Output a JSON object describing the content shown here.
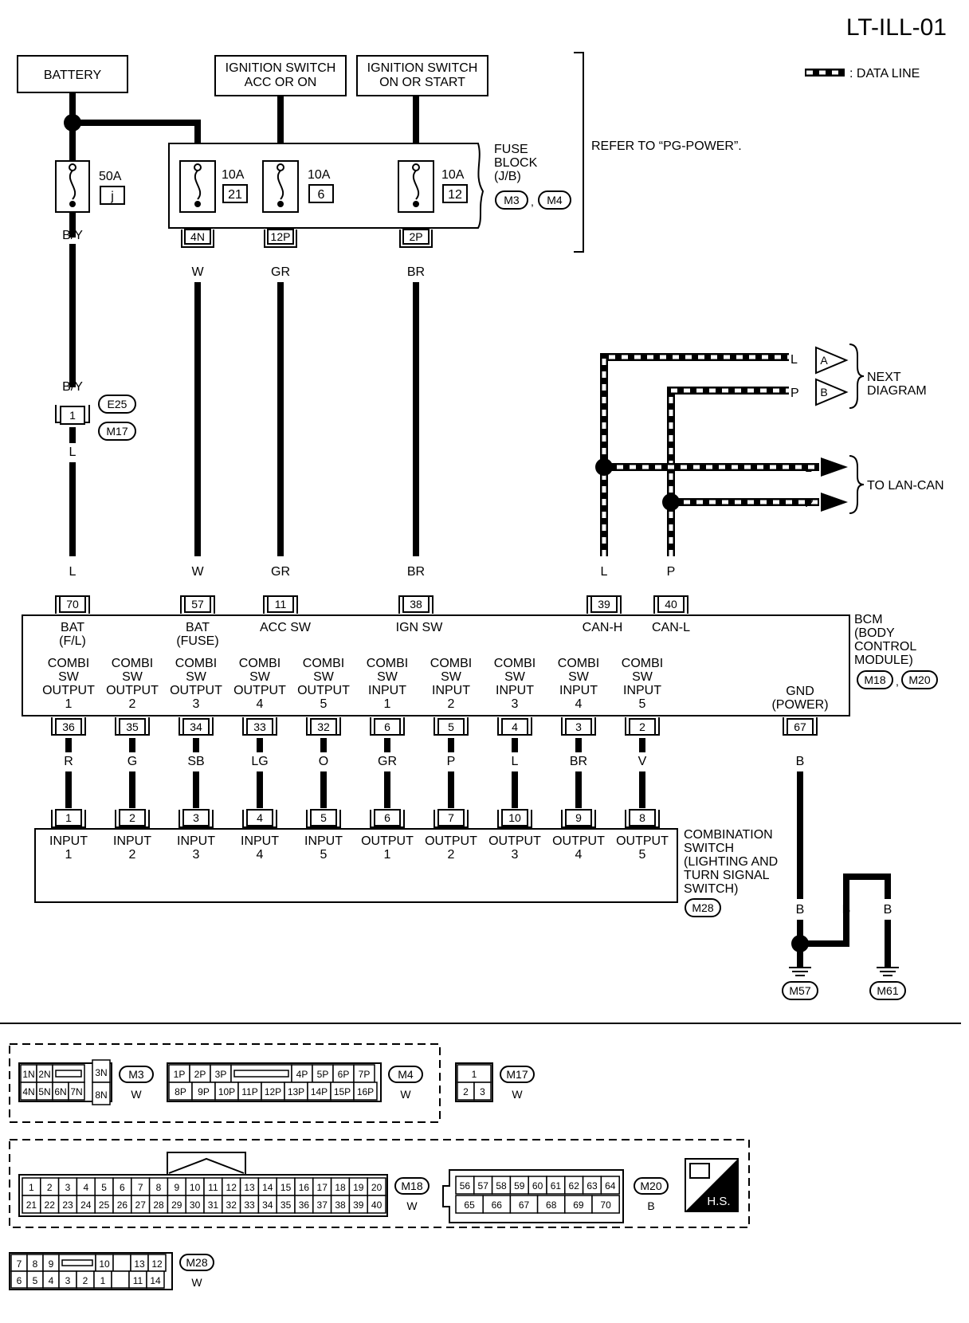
{
  "page_id": "LT-ILL-01",
  "legend": {
    "data_line": ": DATA LINE"
  },
  "sources": {
    "battery": "BATTERY",
    "ign_acc_on": [
      "IGNITION SWITCH",
      "ACC OR ON"
    ],
    "ign_on_start": [
      "IGNITION SWITCH",
      "ON OR START"
    ]
  },
  "refer_to": "REFER TO “PG-POWER”.",
  "fuse_block": {
    "label": [
      "FUSE",
      "BLOCK",
      "(J/B)"
    ],
    "connectors": [
      "M3",
      "M4"
    ],
    "separator": ",",
    "fuses": [
      {
        "amp": "10A",
        "num": "21",
        "term": "4N",
        "wire": "W"
      },
      {
        "amp": "10A",
        "num": "6",
        "term": "12P",
        "wire": "GR"
      },
      {
        "amp": "10A",
        "num": "12",
        "term": "2P",
        "wire": "BR"
      }
    ]
  },
  "fusible_link": {
    "amp": "50A",
    "num": "j",
    "wire_top": "B/Y",
    "wire_mid": "B/Y"
  },
  "inline_connector": {
    "pin": "1",
    "connectors": [
      "E25",
      "M17"
    ],
    "wire_after": "L"
  },
  "can": {
    "next_diagram": "NEXT DIAGRAM",
    "next_diagram_lines": [
      "NEXT",
      "DIAGRAM"
    ],
    "to_lan_can": "TO LAN-CAN",
    "arrows": [
      {
        "wire": "L",
        "tag": "A"
      },
      {
        "wire": "P",
        "tag": "B"
      }
    ],
    "lan": [
      {
        "wire": "L"
      },
      {
        "wire": "P"
      }
    ]
  },
  "bcm": {
    "label": [
      "BCM",
      "(BODY",
      "CONTROL",
      "MODULE)"
    ],
    "connectors": [
      "M18",
      "M20"
    ],
    "separator": ",",
    "top_pins": [
      {
        "pin": "70",
        "wire": "L",
        "label": [
          "BAT",
          "(F/L)"
        ]
      },
      {
        "pin": "57",
        "wire": "W",
        "label": [
          "BAT",
          "(FUSE)"
        ]
      },
      {
        "pin": "11",
        "wire": "GR",
        "label": [
          "ACC SW"
        ]
      },
      {
        "pin": "38",
        "wire": "BR",
        "label": [
          "IGN SW"
        ]
      },
      {
        "pin": "39",
        "wire": "L",
        "label": [
          "CAN-H"
        ]
      },
      {
        "pin": "40",
        "wire": "P",
        "label": [
          "CAN-L"
        ]
      }
    ],
    "bottom_pins": [
      {
        "pin": "36",
        "wire": "R",
        "label": [
          "COMBI",
          "SW",
          "OUTPUT",
          "1"
        ]
      },
      {
        "pin": "35",
        "wire": "G",
        "label": [
          "COMBI",
          "SW",
          "OUTPUT",
          "2"
        ]
      },
      {
        "pin": "34",
        "wire": "SB",
        "label": [
          "COMBI",
          "SW",
          "OUTPUT",
          "3"
        ]
      },
      {
        "pin": "33",
        "wire": "LG",
        "label": [
          "COMBI",
          "SW",
          "OUTPUT",
          "4"
        ]
      },
      {
        "pin": "32",
        "wire": "O",
        "label": [
          "COMBI",
          "SW",
          "OUTPUT",
          "5"
        ]
      },
      {
        "pin": "6",
        "wire": "GR",
        "label": [
          "COMBI",
          "SW",
          "INPUT",
          "1"
        ]
      },
      {
        "pin": "5",
        "wire": "P",
        "label": [
          "COMBI",
          "SW",
          "INPUT",
          "2"
        ]
      },
      {
        "pin": "4",
        "wire": "L",
        "label": [
          "COMBI",
          "SW",
          "INPUT",
          "3"
        ]
      },
      {
        "pin": "3",
        "wire": "BR",
        "label": [
          "COMBI",
          "SW",
          "INPUT",
          "4"
        ]
      },
      {
        "pin": "2",
        "wire": "V",
        "label": [
          "COMBI",
          "SW",
          "INPUT",
          "5"
        ]
      }
    ],
    "gnd": {
      "pin": "67",
      "wire": "B",
      "label": [
        "GND",
        "(POWER)"
      ]
    }
  },
  "combi_switch": {
    "label": [
      "COMBINATION",
      "SWITCH",
      "(LIGHTING AND",
      "TURN SIGNAL",
      "SWITCH)"
    ],
    "connector": "M28",
    "pins": [
      {
        "pin": "1",
        "label": [
          "INPUT",
          "1"
        ]
      },
      {
        "pin": "2",
        "label": [
          "INPUT",
          "2"
        ]
      },
      {
        "pin": "3",
        "label": [
          "INPUT",
          "3"
        ]
      },
      {
        "pin": "4",
        "label": [
          "INPUT",
          "4"
        ]
      },
      {
        "pin": "5",
        "label": [
          "INPUT",
          "5"
        ]
      },
      {
        "pin": "6",
        "label": [
          "OUTPUT",
          "1"
        ]
      },
      {
        "pin": "7",
        "label": [
          "OUTPUT",
          "2"
        ]
      },
      {
        "pin": "10",
        "label": [
          "OUTPUT",
          "3"
        ]
      },
      {
        "pin": "9",
        "label": [
          "OUTPUT",
          "4"
        ]
      },
      {
        "pin": "8",
        "label": [
          "OUTPUT",
          "5"
        ]
      }
    ]
  },
  "grounds": {
    "wires": [
      "B",
      "B",
      "B"
    ],
    "connectors": [
      "M57",
      "M61"
    ]
  },
  "connector_views": {
    "M3": {
      "name": "M3",
      "color": "W",
      "row1": [
        "1N",
        "2N",
        "",
        "3N"
      ],
      "row2": [
        "4N",
        "5N",
        "6N",
        "7N",
        "8N"
      ]
    },
    "M4": {
      "name": "M4",
      "color": "W",
      "row1": [
        "1P",
        "2P",
        "3P",
        "",
        "4P",
        "5P",
        "6P",
        "7P"
      ],
      "row2": [
        "8P",
        "9P",
        "10P",
        "11P",
        "12P",
        "13P",
        "14P",
        "15P",
        "16P"
      ]
    },
    "M17": {
      "name": "M17",
      "color": "W",
      "row1": [
        "1"
      ],
      "row2": [
        "2",
        "3"
      ]
    },
    "M18": {
      "name": "M18",
      "color": "W",
      "row1": [
        "1",
        "2",
        "3",
        "4",
        "5",
        "6",
        "7",
        "8",
        "9",
        "10",
        "11",
        "12",
        "13",
        "14",
        "15",
        "16",
        "17",
        "18",
        "19",
        "20"
      ],
      "row2": [
        "21",
        "22",
        "23",
        "24",
        "25",
        "26",
        "27",
        "28",
        "29",
        "30",
        "31",
        "32",
        "33",
        "34",
        "35",
        "36",
        "37",
        "38",
        "39",
        "40"
      ]
    },
    "M20": {
      "name": "M20",
      "color": "B",
      "row1": [
        "56",
        "57",
        "58",
        "59",
        "60",
        "61",
        "62",
        "63",
        "64"
      ],
      "row2": [
        "65",
        "66",
        "67",
        "68",
        "69",
        "70"
      ]
    },
    "M28": {
      "name": "M28",
      "color": "W",
      "row1": [
        "7",
        "8",
        "9",
        "",
        "10",
        "",
        "13",
        "12"
      ],
      "row2": [
        "6",
        "5",
        "4",
        "3",
        "2",
        "1",
        "",
        "11",
        "14"
      ]
    },
    "hs": "H.S."
  }
}
